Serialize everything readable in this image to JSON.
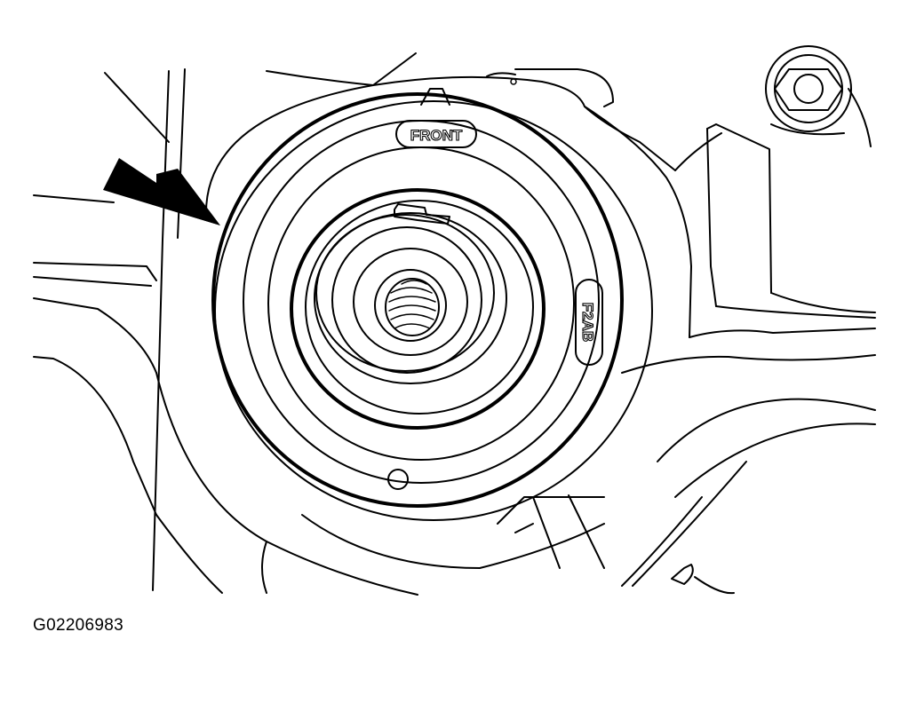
{
  "figure_id": "G02206983",
  "labels": {
    "front": "FRONT",
    "part_code": "F2AB"
  }
}
